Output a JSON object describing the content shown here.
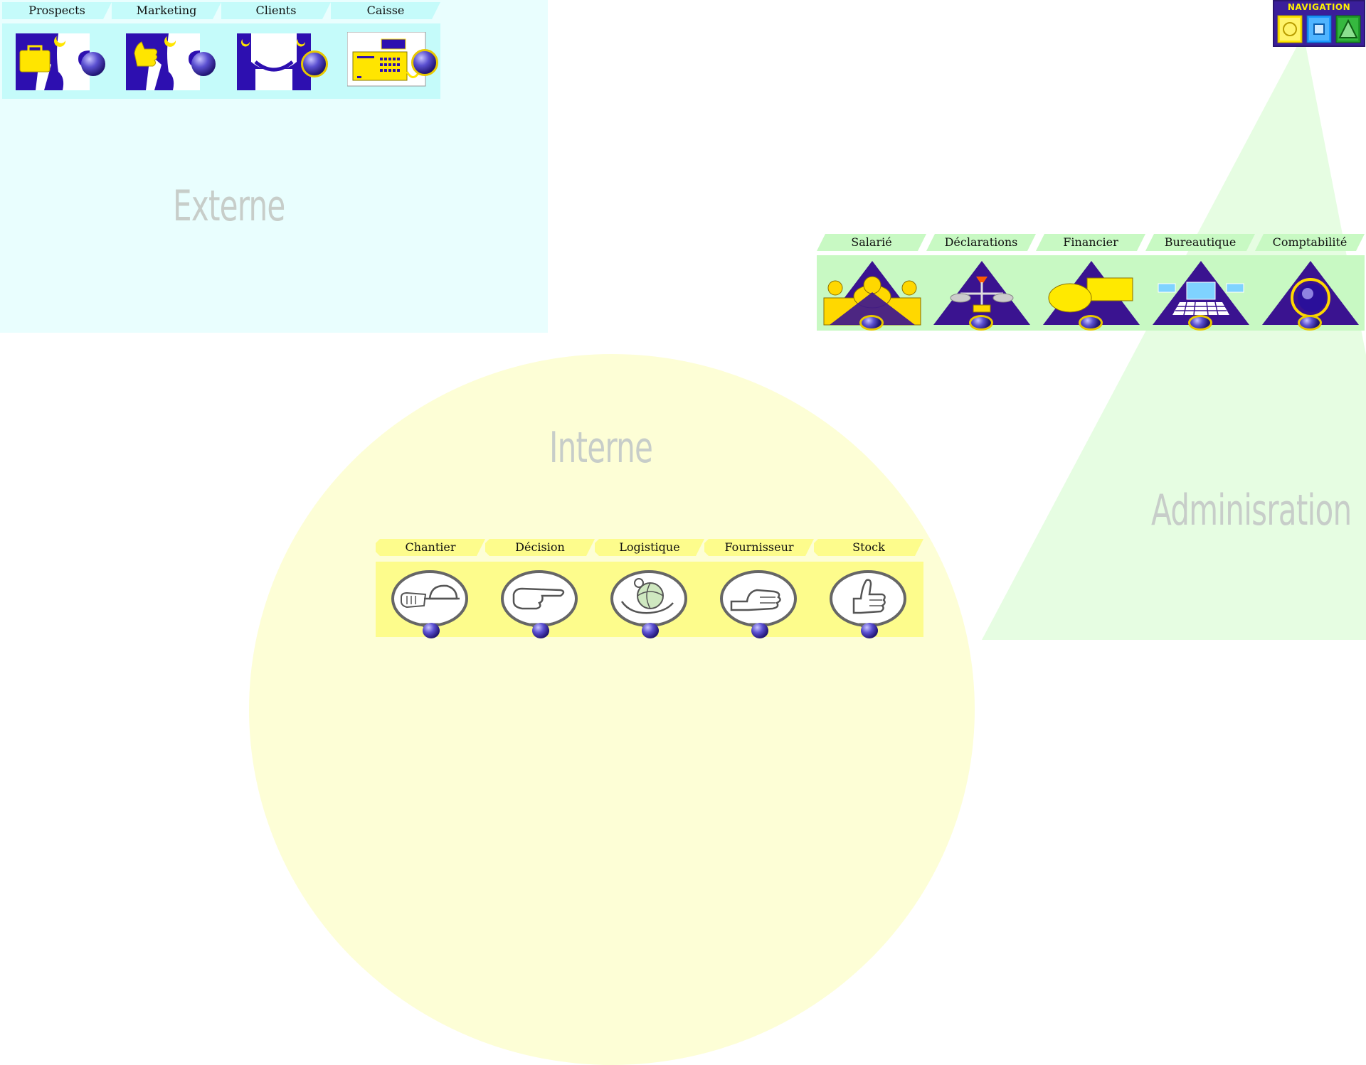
{
  "zones": {
    "externe": "Externe",
    "interne": "Interne",
    "administration": "Adminisration"
  },
  "externe_group": {
    "tabs": [
      "Prospects",
      "Marketing",
      "Clients",
      "Caisse"
    ],
    "icons": [
      "briefcase-person-icon",
      "thumbs-up-person-icon",
      "handshake-icon",
      "cash-register-icon"
    ]
  },
  "admin_group": {
    "tabs": [
      "Salarié",
      "Déclarations",
      "Financier",
      "Bureautique",
      "Comptabilité"
    ],
    "icons": [
      "employees-icon",
      "balance-scale-icon",
      "finance-shapes-icon",
      "computer-network-icon",
      "accounting-ring-icon"
    ]
  },
  "interne_group": {
    "tabs": [
      "Chantier",
      "Décision",
      "Logistique",
      "Fournisseur",
      "Stock"
    ],
    "icons": [
      "hand-holding-helmet-icon",
      "pointing-hand-icon",
      "hand-holding-globe-icon",
      "open-hand-icon",
      "thumbs-up-hand-icon"
    ]
  },
  "navigation": {
    "title": "NAVIGATION",
    "buttons": [
      "circle-icon",
      "square-icon",
      "triangle-icon"
    ]
  },
  "colors": {
    "externe_bg": "#e9fefe",
    "interne_bg": "#fdfed6",
    "admin_bg": "#e6fde2",
    "brand_purple": "#3a1f9a",
    "brand_yellow": "#fff200"
  }
}
